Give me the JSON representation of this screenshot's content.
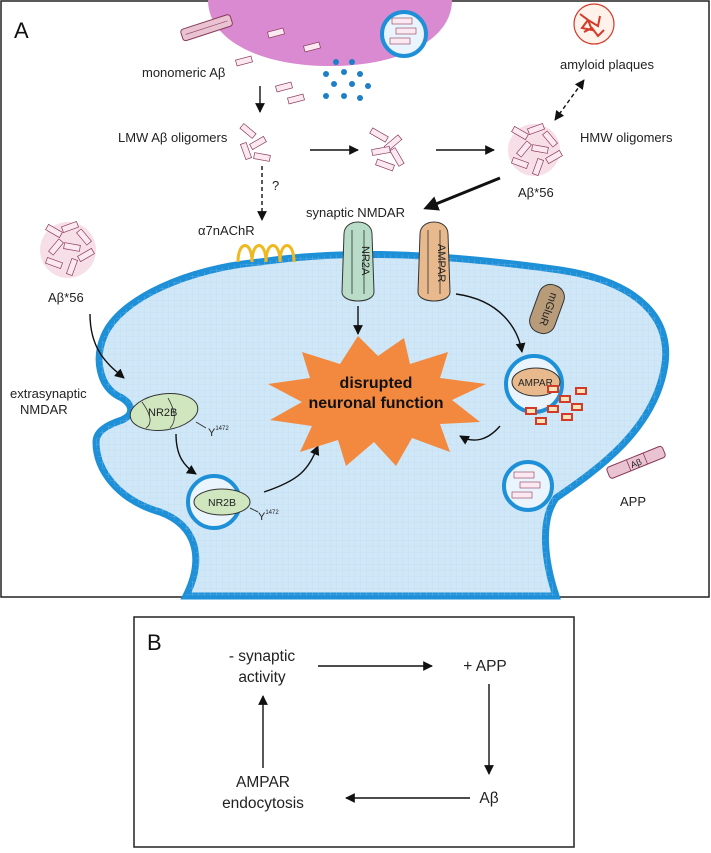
{
  "panel_a": {
    "letter": "A",
    "monomeric": "monomeric Aβ",
    "lmw": "LMW Aβ oligomers",
    "question": "?",
    "alpha7": "α7nAChR",
    "synaptic_nmdar": "synaptic NMDAR",
    "amyloid_plaques": "amyloid plaques",
    "hmw": "HMW oligomers",
    "ab56_top": "Aβ*56",
    "ab56_left": "Aβ*56",
    "extrasynaptic_1": "extrasynaptic",
    "extrasynaptic_2": "NMDAR",
    "nr2a": "NR2A",
    "ampar": "AMPAR",
    "mglur": "mGluR",
    "nr2b": "NR2B",
    "y": "Y",
    "y_sup": "1472",
    "disrupted_1": "disrupted",
    "disrupted_2": "neuronal function",
    "ab_tag": "Aβ",
    "app": "APP"
  },
  "panel_b": {
    "letter": "B",
    "synaptic_1": "- synaptic",
    "synaptic_2": "activity",
    "app": "+ APP",
    "ab": "Aβ",
    "ampar_1": "AMPAR",
    "ampar_2": "endocytosis"
  },
  "colors": {
    "membrane": "#1e90d8",
    "cytoplasm": "#cfe7f7",
    "presynaptic": "#d98ad0",
    "nr2a": "#b9dcc8",
    "ampar": "#e7b98c",
    "mglur": "#b89c7a",
    "nr2b": "#cfe6bf",
    "burst": "#f2893f",
    "plaque": "#d23a2a",
    "amyloid_strip": "#c06a86"
  }
}
